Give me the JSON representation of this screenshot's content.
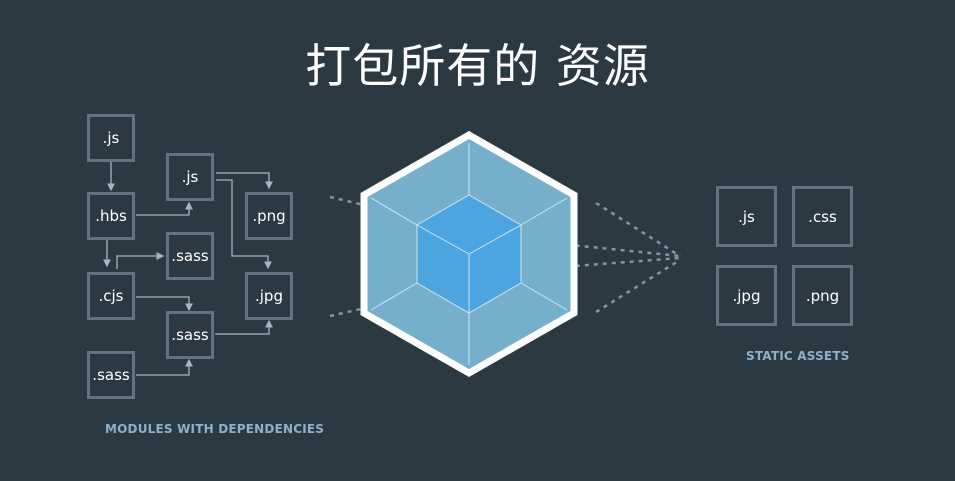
{
  "title": "打包所有的 资源",
  "modules": {
    "caption": "MODULES WITH DEPENDENCIES",
    "items": [
      ".js",
      ".hbs",
      ".cjs",
      ".sass",
      ".js",
      ".sass",
      ".sass",
      ".png",
      ".jpg"
    ]
  },
  "assets": {
    "caption": "STATIC ASSETS",
    "items": [
      ".js",
      ".css",
      ".jpg",
      ".png"
    ]
  },
  "colors": {
    "background": "#2b3a42",
    "box_border": "#5f7482",
    "cube_outer": "#75afcc",
    "cube_inner": "#4da5e0",
    "caption": "#8eb0c8"
  }
}
